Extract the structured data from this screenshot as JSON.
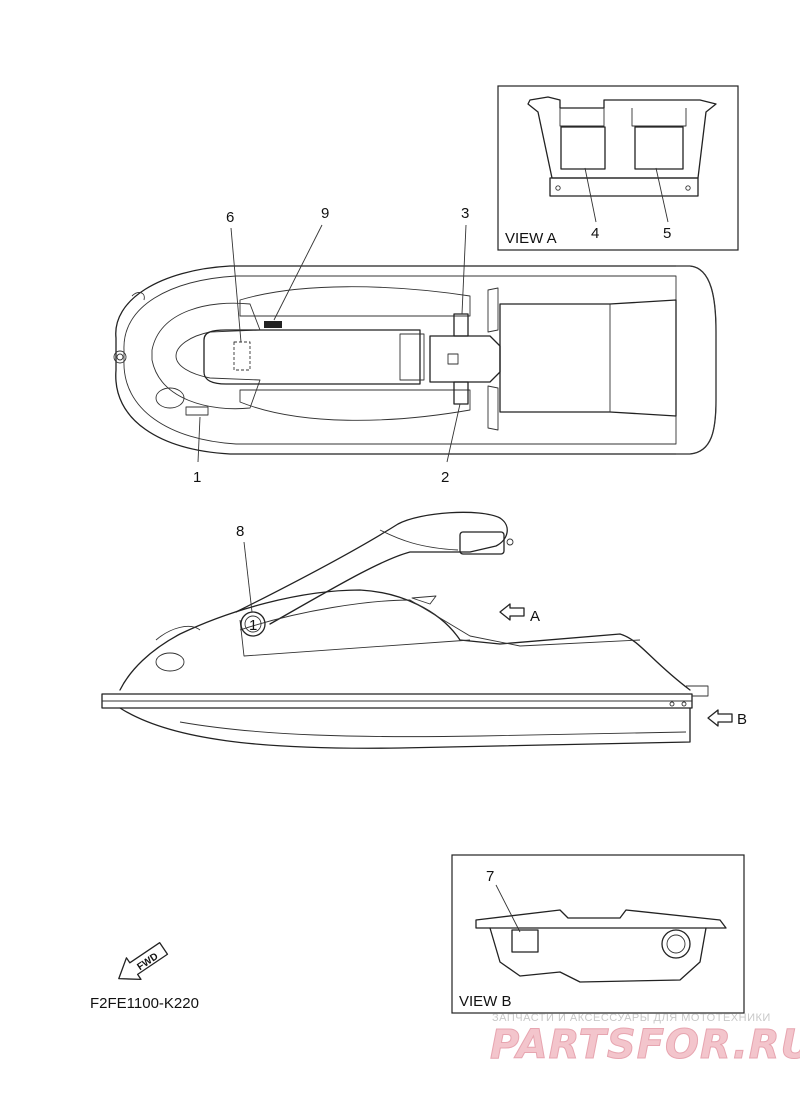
{
  "callouts": [
    "1",
    "2",
    "3",
    "4",
    "5",
    "6",
    "7",
    "8",
    "9"
  ],
  "view_a_label": "VIEW A",
  "view_b_label": "VIEW B",
  "arrow_a_label": "A",
  "arrow_b_label": "B",
  "fwd_label": "FWD",
  "fuel_cap_label": "1",
  "part_code": "F2FE1100-K220",
  "watermark_top": "ЗАПЧАСТИ И АКСЕССУАРЫ ДЛЯ МОТОТЕХНИКИ",
  "watermark_brand": "PARTSFOR.RU"
}
